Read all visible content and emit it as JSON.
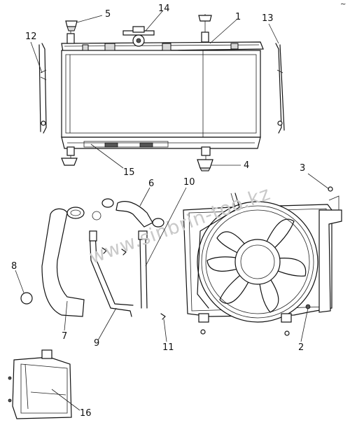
{
  "diagram": {
    "corner_mark": "~",
    "watermark": "www.sinbrin-too.kz",
    "callouts": [
      {
        "id": "1",
        "label": "1"
      },
      {
        "id": "2",
        "label": "2"
      },
      {
        "id": "3",
        "label": "3"
      },
      {
        "id": "4",
        "label": "4"
      },
      {
        "id": "5",
        "label": "5"
      },
      {
        "id": "6",
        "label": "6"
      },
      {
        "id": "7",
        "label": "7"
      },
      {
        "id": "8",
        "label": "8"
      },
      {
        "id": "9",
        "label": "9"
      },
      {
        "id": "10",
        "label": "10"
      },
      {
        "id": "11",
        "label": "11"
      },
      {
        "id": "12",
        "label": "12"
      },
      {
        "id": "13",
        "label": "13"
      },
      {
        "id": "14",
        "label": "14"
      },
      {
        "id": "15",
        "label": "15"
      },
      {
        "id": "16",
        "label": "16"
      }
    ]
  }
}
